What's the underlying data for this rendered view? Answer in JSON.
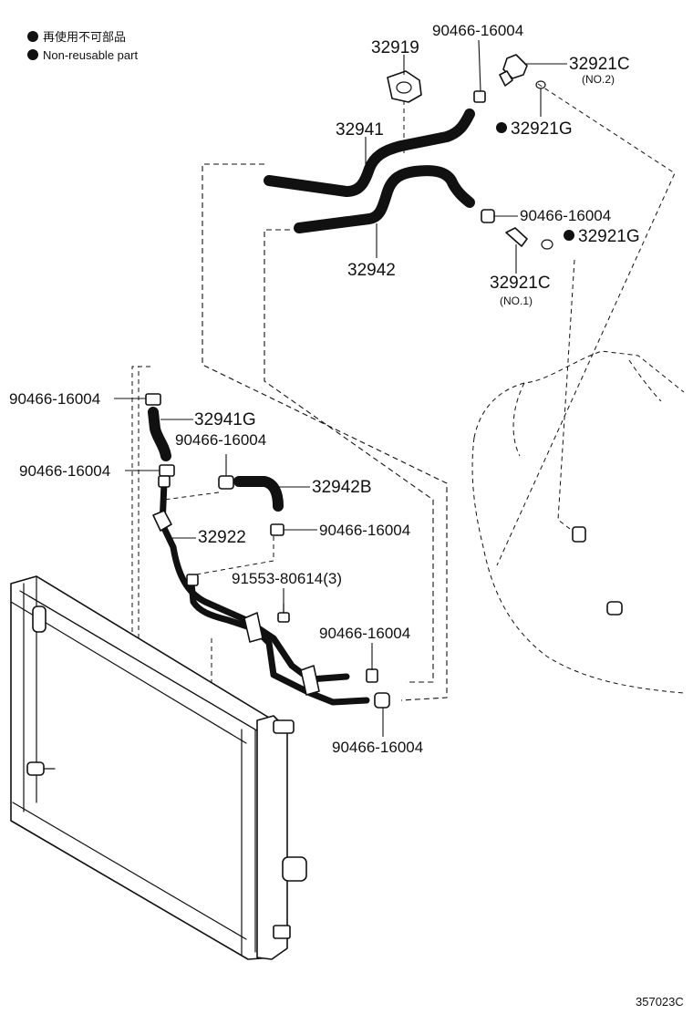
{
  "legend": {
    "items": [
      {
        "text": "再使用不可部品"
      },
      {
        "text": "Non-reusable part"
      }
    ]
  },
  "parts": {
    "p32919": "32919",
    "p90466_top": "90466-16004",
    "p32921C_top": "32921C",
    "p32921C_top_sub": "(NO.2)",
    "p32921G_top": "32921G",
    "p32941": "32941",
    "p90466_mid": "90466-16004",
    "p32921G_mid": "32921G",
    "p32942": "32942",
    "p32921C_mid": "32921C",
    "p32921C_mid_sub": "(NO.1)",
    "p90466_left1": "90466-16004",
    "p32941G": "32941G",
    "p90466_left2": "90466-16004",
    "p90466_center1": "90466-16004",
    "p32942B": "32942B",
    "p32922": "32922",
    "p90466_center2": "90466-16004",
    "p91553": "91553-80614(3)",
    "p90466_lower1": "90466-16004",
    "p90466_lower2": "90466-16004"
  },
  "diagram_code": "357023C"
}
